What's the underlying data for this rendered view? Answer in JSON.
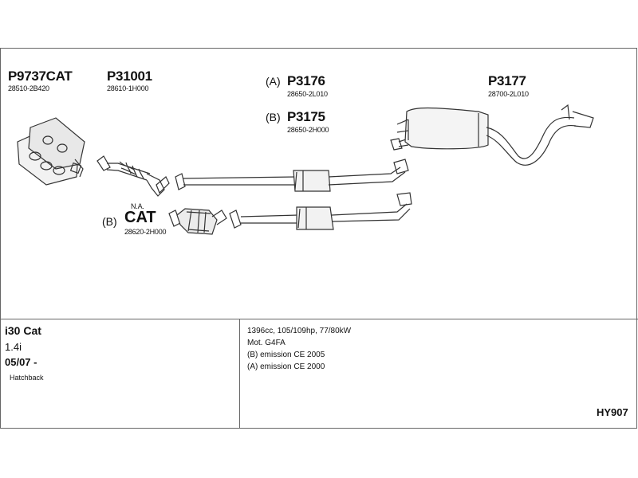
{
  "parts": {
    "manifold": {
      "number": "P9737CAT",
      "oe": "28510-2B420"
    },
    "frontpipe": {
      "number": "P31001",
      "oe": "28610-1H000"
    },
    "middle_a": {
      "prefix": "(A)",
      "number": "P3176",
      "oe": "28650-2L010"
    },
    "middle_b": {
      "prefix": "(B)",
      "number": "P3175",
      "oe": "28650-2H000"
    },
    "rear": {
      "number": "P3177",
      "oe": "28700-2L010"
    },
    "cat_b": {
      "prefix": "(B)",
      "number": "CAT",
      "note": "N.A.",
      "oe": "28620-2H000"
    }
  },
  "vehicle": {
    "model": "i30 Cat",
    "engine": "1.4i",
    "date": "05/07 -",
    "body": "Hatchback"
  },
  "specs": [
    "1396cc, 105/109hp, 77/80kW",
    "Mot. G4FA",
    "(B) emission CE 2005",
    "(A) emission CE 2000"
  ],
  "diagram_code": "HY907"
}
